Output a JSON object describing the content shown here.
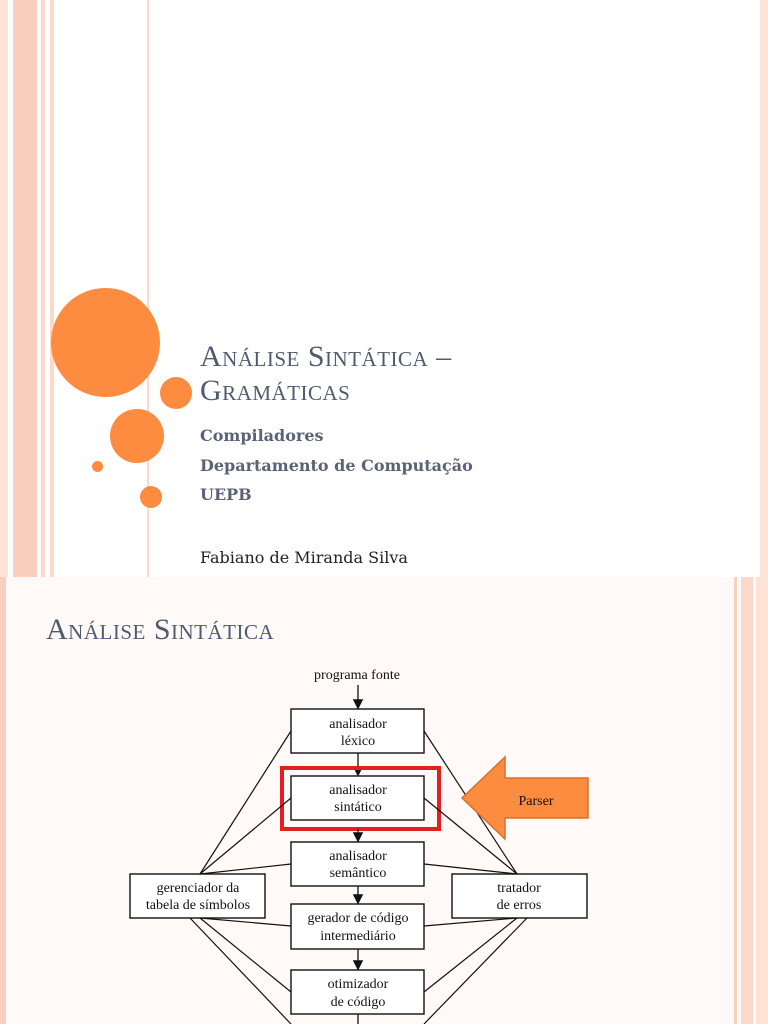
{
  "slide1": {
    "title_line1": "Análise Sintática –",
    "title_line2": "Gramáticas",
    "subtitle_course": "Compiladores",
    "subtitle_department": "Departamento de Computação",
    "subtitle_university": "UEPB",
    "author": "Fabiano de Miranda Silva"
  },
  "slide2": {
    "title": "Análise Sintática",
    "source_label": "programa fonte",
    "nodes": {
      "lexico_line1": "analisador",
      "lexico_line2": "léxico",
      "sintatico_line1": "analisador",
      "sintatico_line2": "sintático",
      "semantico_line1": "analisador",
      "semantico_line2": "semântico",
      "gerador_line1": "gerador de código",
      "gerador_line2": "intermediário",
      "otimizador_line1": "otimizador",
      "otimizador_line2": "de código",
      "tabela_line1": "gerenciador da",
      "tabela_line2": "tabela de símbolos",
      "erros_line1": "tratador",
      "erros_line2": "de erros"
    },
    "callout": "Parser"
  },
  "colors": {
    "accent_orange": "#fd8b40",
    "stripe_light": "#fbd8c8",
    "highlight_red": "#e32020",
    "title_gray": "#4e5b6f"
  }
}
